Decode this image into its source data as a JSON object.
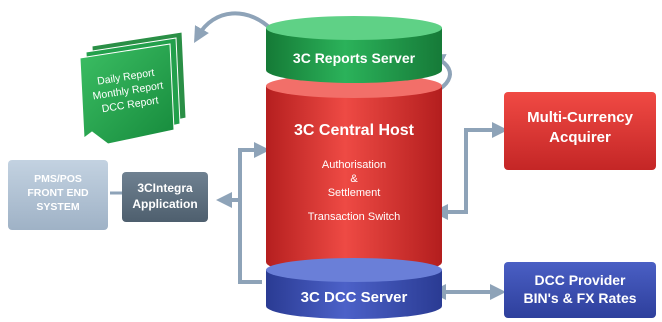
{
  "reports_server": {
    "label": "3C Reports Server"
  },
  "central_host": {
    "label": "3C Central Host",
    "functions": [
      "Authorisation",
      "&",
      "Settlement",
      "Transaction Switch"
    ]
  },
  "dcc_server": {
    "label": "3C DCC Server"
  },
  "reports": {
    "lines": [
      "Daily Report",
      "Monthly Report",
      "DCC Report"
    ]
  },
  "pms_pos": {
    "lines": [
      "PMS/POS",
      "FRONT END",
      "SYSTEM"
    ]
  },
  "integra": {
    "lines": [
      "3CIntegra",
      "Application"
    ]
  },
  "acquirer": {
    "lines": [
      "Multi-Currency",
      "Acquirer"
    ]
  },
  "dcc_provider": {
    "lines": [
      "DCC Provider",
      "BIN's & FX Rates"
    ]
  },
  "colors": {
    "green": "#1f9a4a",
    "red": "#e23a35",
    "blue": "#3b4fb5",
    "gray_blue": "#8ea3b8",
    "connector": "#8ea3b8"
  }
}
